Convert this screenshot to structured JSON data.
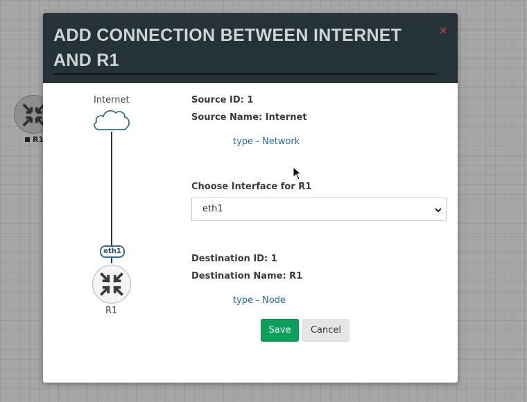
{
  "background": {
    "node_label": "R1"
  },
  "modal": {
    "title": "ADD CONNECTION BETWEEN INTERNET AND R1",
    "close_glyph": "×"
  },
  "diagram": {
    "source_label": "Internet",
    "interface_badge": "eth1",
    "destination_label": "R1",
    "source_icon": "cloud-icon",
    "destination_icon": "router-icon"
  },
  "source": {
    "id_text": "Source ID: 1",
    "name_text": "Source Name: Internet",
    "type_text": "type - Network"
  },
  "interface": {
    "label": "Choose Interface for R1",
    "selected": "eth1"
  },
  "destination": {
    "id_text": "Destination ID: 1",
    "name_text": "Destination Name: R1",
    "type_text": "type - Node"
  },
  "buttons": {
    "save": "Save",
    "cancel": "Cancel"
  },
  "colors": {
    "header_bg": "#253238",
    "save_green": "#0aa05a",
    "link_blue": "#1f6cab",
    "close_red": "#d9443a"
  }
}
